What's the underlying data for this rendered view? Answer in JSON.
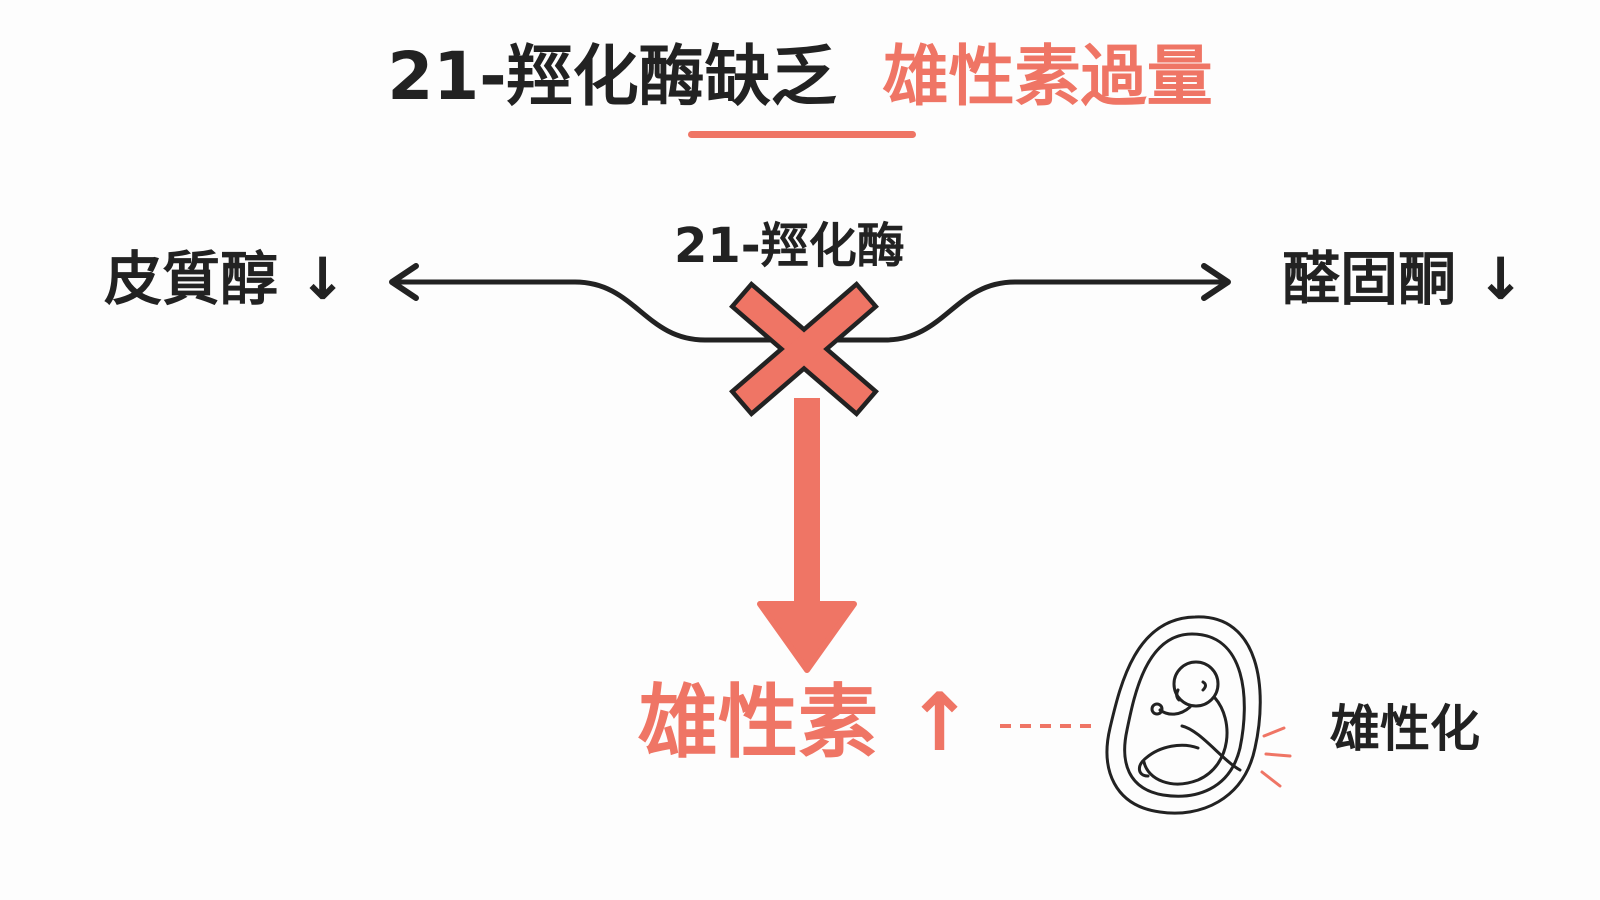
{
  "title": {
    "part1": "21-羥化酶缺乏",
    "part2": "雄性素過量"
  },
  "labels": {
    "enzyme": "21-羥化酶",
    "cortisol": "皮質醇 ↓",
    "aldosterone": "醛固酮 ↓",
    "androgen": "雄性素 ↑",
    "virilization": "雄性化"
  },
  "colors": {
    "accent": "#ef7565",
    "text": "#222222"
  },
  "icons": {
    "block": "x-cross-icon",
    "fetus": "fetus-icon"
  }
}
